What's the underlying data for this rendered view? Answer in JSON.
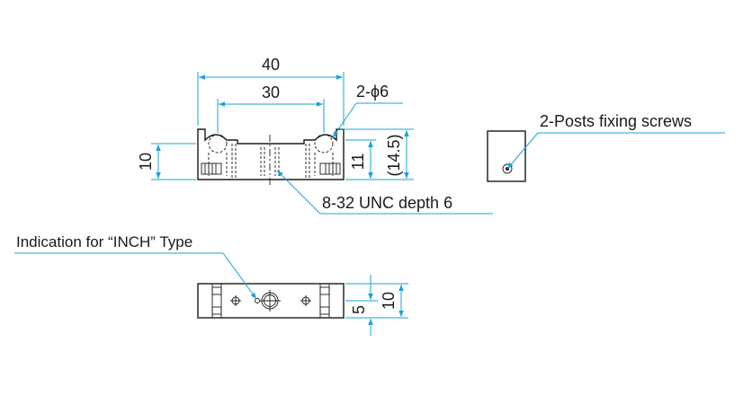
{
  "dimensions": {
    "front_width_overall": "40",
    "front_hole_pitch": "30",
    "hole_callout": "2-ϕ6",
    "front_height_left": "10",
    "front_height_11": "11",
    "front_height_total": "(14.5)",
    "thread_callout": "8-32 UNC  depth 6",
    "side_callout": "2-Posts fixing screws",
    "top_height_5": "5",
    "top_height_10": "10",
    "inch_callout": "Indication for “INCH” Type"
  },
  "colors": {
    "dimension_line": "#1aa3d6",
    "part_line": "#1a1a1a",
    "background": "#ffffff"
  }
}
